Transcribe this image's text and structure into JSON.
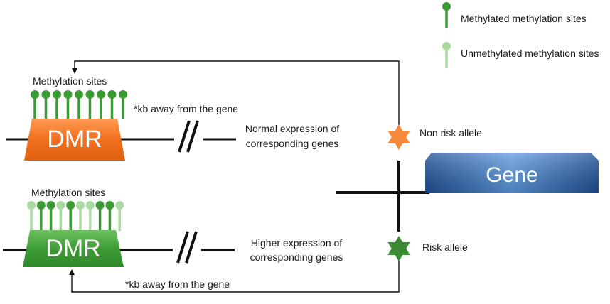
{
  "legend": {
    "methylated": "Methylated methylation sites",
    "unmethylated": "Unmethylated methylation sites"
  },
  "top_region": {
    "sites_label": "Methylation sites",
    "dmr_label": "DMR",
    "distance_note": "*kb away from the gene",
    "expression_line1": "Normal expression of",
    "expression_line2": "corresponding genes",
    "site_states": [
      "methylated",
      "methylated",
      "methylated",
      "methylated",
      "methylated",
      "methylated",
      "methylated",
      "methylated",
      "methylated"
    ]
  },
  "bottom_region": {
    "sites_label": "Methylation sites",
    "dmr_label": "DMR",
    "distance_note": "*kb away from the gene",
    "expression_line1": "Higher expression of",
    "expression_line2": "corresponding genes",
    "site_states": [
      "unmethylated",
      "methylated",
      "methylated",
      "unmethylated",
      "methylated",
      "unmethylated",
      "unmethylated",
      "methylated",
      "methylated",
      "unmethylated"
    ]
  },
  "alleles": {
    "non_risk_label": "Non risk allele",
    "risk_label": "Risk allele"
  },
  "gene": {
    "label": "Gene"
  },
  "colors": {
    "methylated": "#3a9a34",
    "unmethylated": "#a9dba0",
    "top_dmr": "#f0701f",
    "bottom_dmr": "#3e9c36",
    "non_risk_star": "#f58a3a",
    "risk_star": "#3a8a32",
    "gene": "#2a5fa8",
    "line": "#111111"
  }
}
